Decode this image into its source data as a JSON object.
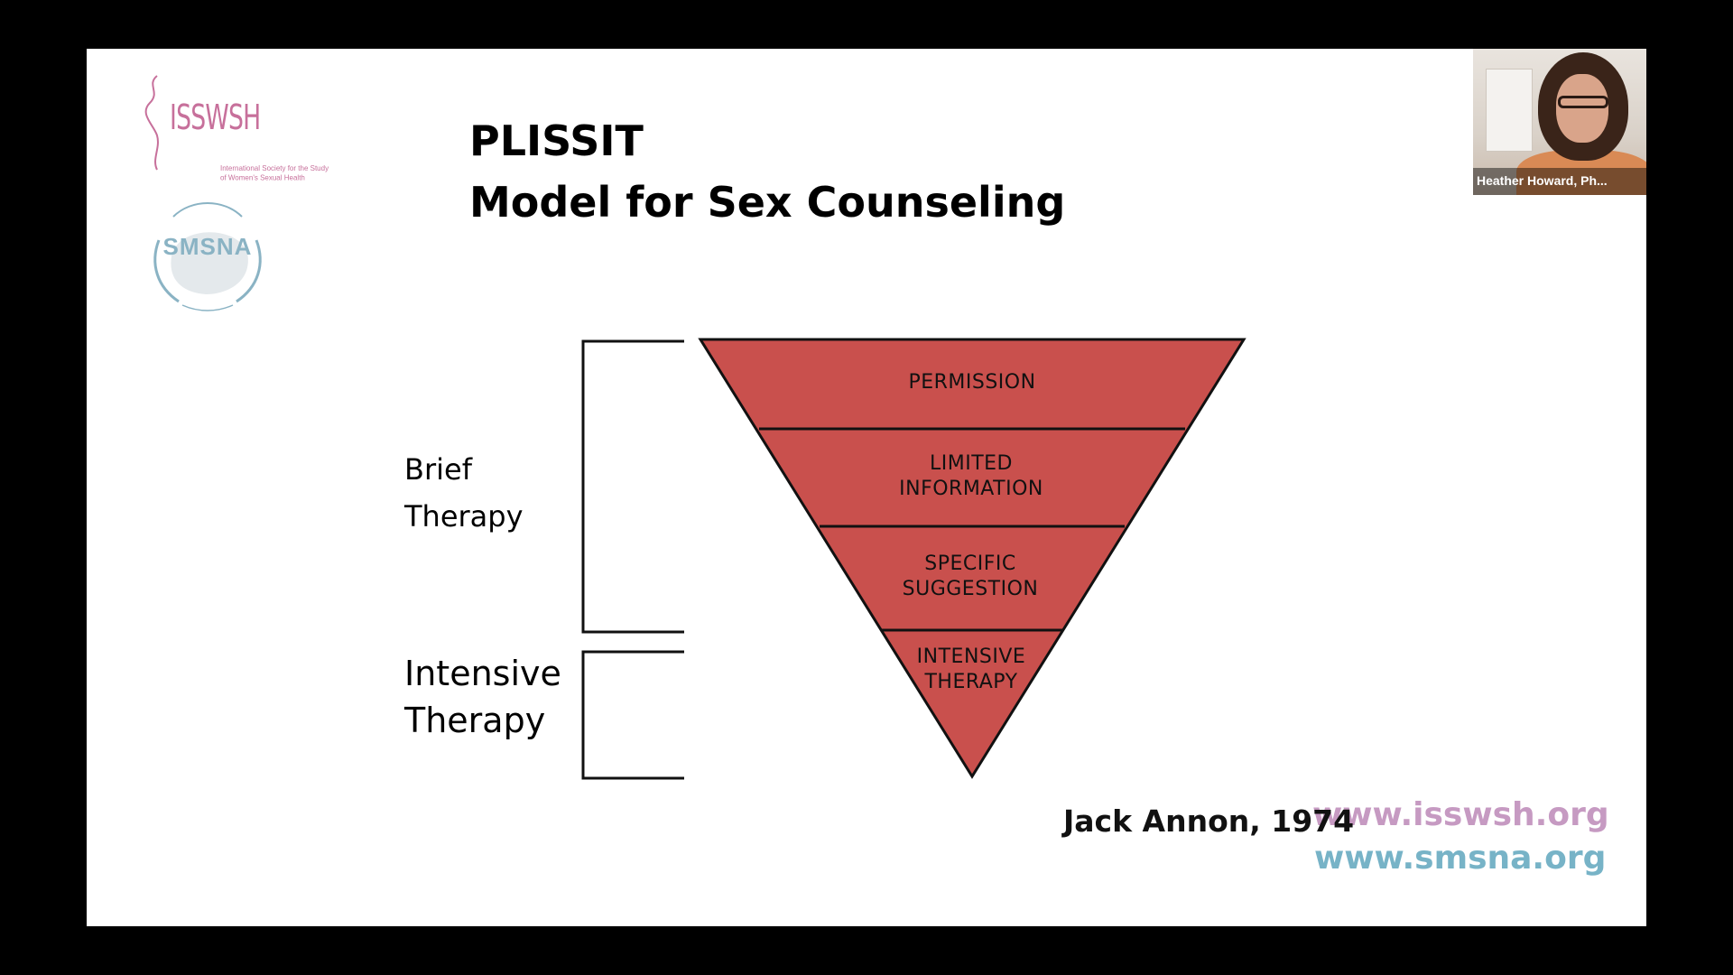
{
  "slide": {
    "title_line1": "PLISSIT",
    "title_line2": "Model for Sex Counseling",
    "logos": {
      "isswsh_name": "ISSWSH",
      "isswsh_sub_line1": "International Society for the Study",
      "isswsh_sub_line2": "of Women's Sexual Health",
      "smsna_name": "SMSNA"
    },
    "labels": {
      "brief_line1": "Brief",
      "brief_line2": "Therapy",
      "intensive_line1": "Intensive",
      "intensive_line2": "Therapy"
    },
    "tiers": [
      {
        "line1": "PERMISSION",
        "line2": ""
      },
      {
        "line1": "LIMITED",
        "line2": "INFORMATION"
      },
      {
        "line1": "SPECIFIC",
        "line2": "SUGGESTION"
      },
      {
        "line1": "INTENSIVE",
        "line2": "THERAPY"
      }
    ],
    "citation": "Jack Annon, 1974",
    "url_isswsh": "www.isswsh.org",
    "url_smsna": "www.smsna.org",
    "colors": {
      "triangle_fill": "#c9504d",
      "isswsh_pink": "#c7709b",
      "smsna_blue": "#8ab3c4"
    }
  },
  "video_tile": {
    "participant_name": "Heather Howard, Ph..."
  }
}
